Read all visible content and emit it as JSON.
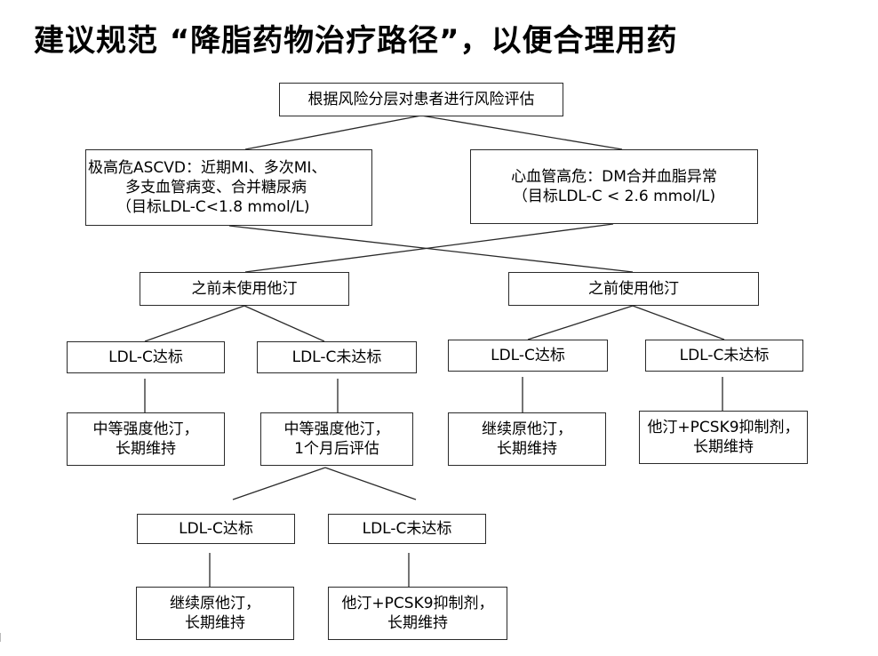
{
  "title": "建议规范 “降脂药物治疗路径”，以便合理用药",
  "nodes": {
    "root": [
      "根据风险分层对患者进行风险评估"
    ],
    "very_high_risk": [
      "极高危ASCVD：近期MI、多次MI、",
      "多支血管病变、合并糖尿病",
      "（目标LDL-C<1.8 mmol/L)"
    ],
    "high_risk": [
      "心血管高危：DM合并血脂异常",
      "（目标LDL-C < 2.6 mmol/L)"
    ],
    "no_statin": [
      "之前未使用他汀"
    ],
    "used_statin": [
      "之前使用他汀"
    ],
    "a_met": [
      "LDL-C达标"
    ],
    "a_not_met": [
      "LDL-C未达标"
    ],
    "b_met": [
      "LDL-C达标"
    ],
    "b_not_met": [
      "LDL-C未达标"
    ],
    "a_met_tx": [
      "中等强度他汀，",
      "长期维持"
    ],
    "a_not_met_tx": [
      "中等强度他汀，",
      "1个月后评估"
    ],
    "b_met_tx": [
      "继续原他汀，",
      "长期维持"
    ],
    "b_not_met_tx": [
      "他汀+PCSK9抑制剂，",
      "长期维持"
    ],
    "c_met": [
      "LDL-C达标"
    ],
    "c_not_met": [
      "LDL-C未达标"
    ],
    "c_met_tx": [
      "继续原他汀，",
      "长期维持"
    ],
    "c_not_met_tx": [
      "他汀+PCSK9抑制剂，",
      "长期维持"
    ]
  }
}
